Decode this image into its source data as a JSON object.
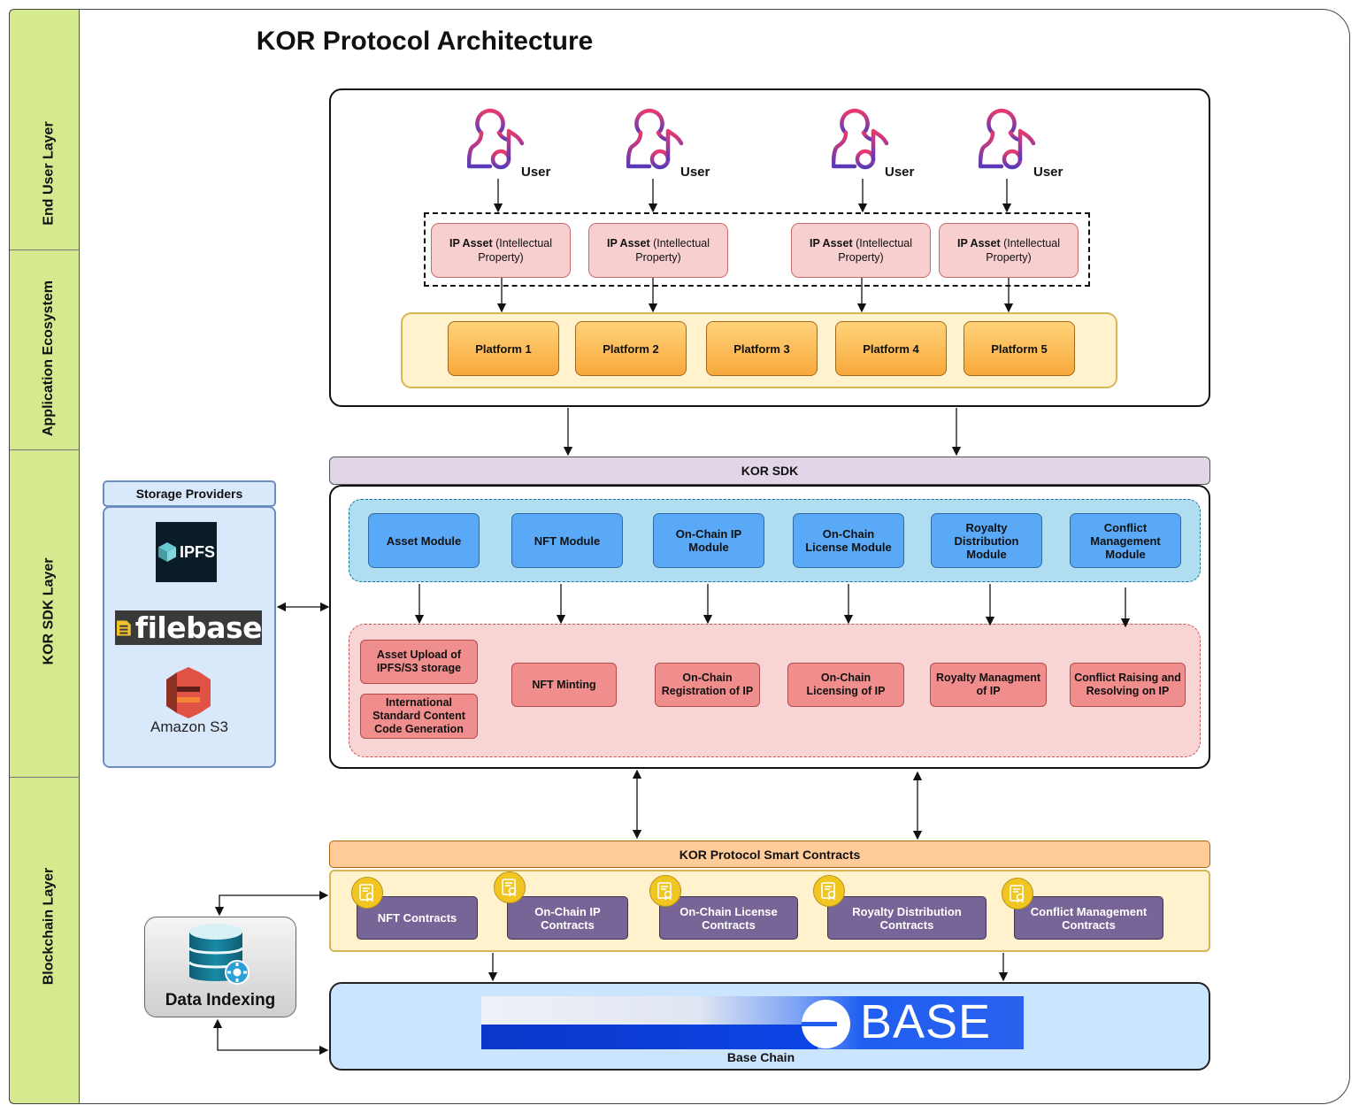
{
  "title": "KOR Protocol Architecture",
  "lanes": [
    "End User Layer",
    "Application Ecosystem",
    "KOR SDK Layer",
    "Blockchain Layer"
  ],
  "users": [
    "User",
    "User",
    "User",
    "User"
  ],
  "ip_assets": [
    {
      "bold": "IP Asset",
      "rest": " (Intellectual Property)"
    },
    {
      "bold": "IP Asset",
      "rest": " (Intellectual Property)"
    },
    {
      "bold": "IP Asset",
      "rest": " (Intellectual Property)"
    },
    {
      "bold": "IP Asset",
      "rest": " (Intellectual Property)"
    }
  ],
  "platforms": [
    "Platform 1",
    "Platform 2",
    "Platform 3",
    "Platform 4",
    "Platform 5"
  ],
  "sdk": {
    "bar_label": "KOR SDK",
    "modules": [
      "Asset Module",
      "NFT Module",
      "On-Chain IP Module",
      "On-Chain License Module",
      "Royalty Distribution Module",
      "Conflict Management Module"
    ],
    "functions": [
      "Asset Upload of IPFS/S3 storage",
      "International Standard Content Code Generation",
      "NFT Minting",
      "On-Chain Registration of IP",
      "On-Chain Licensing of IP",
      "Royalty Managment of IP",
      "Conflict Raising and Resolving on IP"
    ]
  },
  "storage": {
    "header": "Storage Providers",
    "ipfs": "IPFS",
    "filebase": "filebase",
    "s3": "Amazon S3"
  },
  "contracts": {
    "bar_label": "KOR Protocol Smart Contracts",
    "items": [
      "NFT Contracts",
      "On-Chain IP Contracts",
      "On-Chain License Contracts",
      "Royalty Distribution Contracts",
      "Conflict Management Contracts"
    ]
  },
  "data_indexing": "Data Indexing",
  "base": {
    "logo": "BASE",
    "label": "Base Chain"
  },
  "colors": {
    "lane": "#d5ea8e",
    "ip_asset": "#f8cfcf",
    "platform": "#f7a93a",
    "sdk_bar": "#e1d5e7",
    "module": "#5aa9f6",
    "function": "#f08d8d",
    "contracts_bar": "#ffcc99",
    "contract": "#786597",
    "base_bg": "#cce5ff",
    "base_brand": "#0052ff"
  }
}
